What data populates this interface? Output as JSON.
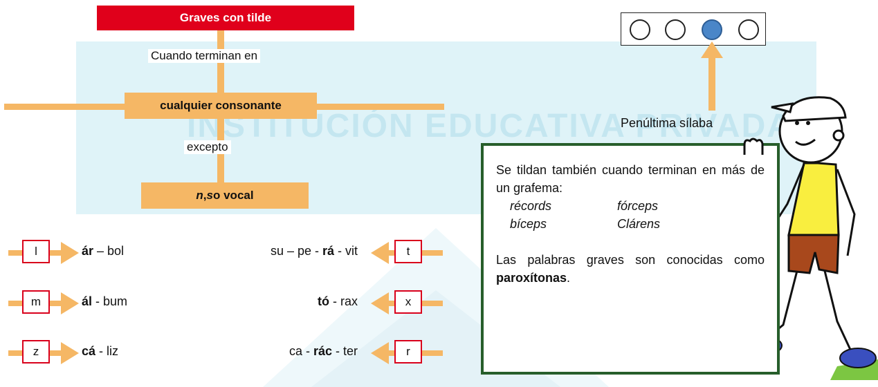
{
  "title": "Graves con tilde",
  "flow": {
    "label_when": "Cuando terminan en",
    "box_consonant": "cualquier consonante",
    "label_except": "excepto",
    "box_exception_n": "n",
    "box_exception_comma": ", ",
    "box_exception_s": "s",
    "box_exception_rest": " o vocal"
  },
  "examples_left": [
    {
      "letter": "l",
      "stressed": "ár",
      "rest": " – bol"
    },
    {
      "letter": "m",
      "stressed": "ál",
      "rest": " - bum"
    },
    {
      "letter": "z",
      "stressed": "cá",
      "rest": " - liz"
    }
  ],
  "examples_right": [
    {
      "letter": "t",
      "before": "su – pe - ",
      "stressed": "rá",
      "after": " - vit"
    },
    {
      "letter": "x",
      "before": "",
      "stressed": "tó",
      "after": " - rax"
    },
    {
      "letter": "r",
      "before": "ca - ",
      "stressed": "rác",
      "after": " - ter"
    }
  ],
  "syllable_indicator": {
    "count": 4,
    "active_index": 2,
    "active_color": "#4a86c8",
    "label": "Penúltima sílaba"
  },
  "note": {
    "line1": "Se tildan también cuando terminan en más de un grafema:",
    "words": [
      "récords",
      "fórceps",
      "bíceps",
      "Clárens"
    ],
    "line2_prefix": "Las palabras graves son conocidas como ",
    "line2_bold": "paroxítonas",
    "line2_suffix": "."
  },
  "watermark": "INSTITUCIÓN EDUCATIVA PRIVADA",
  "colors": {
    "accent": "#f5b765",
    "title_bg": "#e0001b",
    "note_border": "#275e2b",
    "letter_border": "#d9001b"
  }
}
